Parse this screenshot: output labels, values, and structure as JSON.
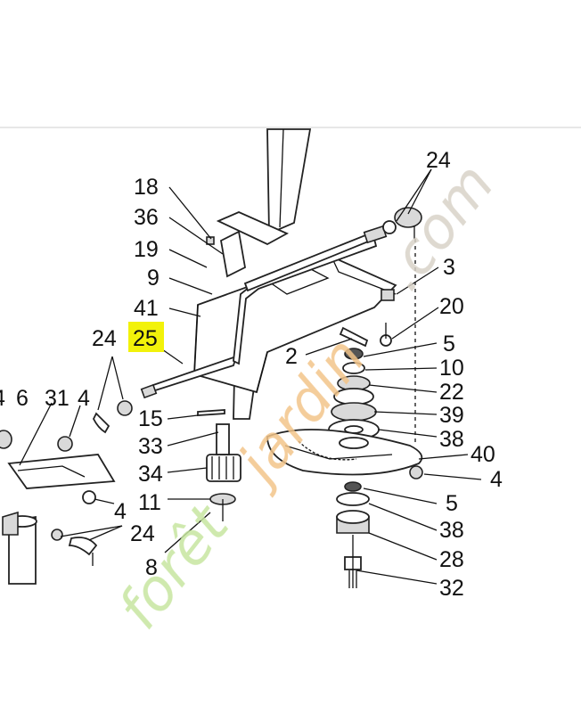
{
  "highlight_color": "#f2f20a",
  "watermark": {
    "text_a": "forêt",
    "text_b": "jardin",
    "text_c": ".com",
    "color_a": "#c7e6a0",
    "color_b": "#f3c58a",
    "color_c": "#d8d2c8"
  },
  "labels": {
    "l18": "18",
    "l36": "36",
    "l19": "19",
    "l9": "9",
    "l41": "41",
    "l24a": "24",
    "l25": "25",
    "l24b": "24",
    "l3": "3",
    "l20": "20",
    "l2": "2",
    "l5a": "5",
    "l10": "10",
    "l22": "22",
    "l39": "39",
    "l38a": "38",
    "l40": "40",
    "l4a": "4",
    "l5b": "5",
    "l38b": "38",
    "l28": "28",
    "l32": "32",
    "l4b": "4",
    "l6": "6",
    "l31": "31",
    "l4c": "4",
    "l15": "15",
    "l33": "33",
    "l34": "34",
    "l11": "11",
    "l4d": "4",
    "l24c": "24",
    "l8": "8"
  }
}
